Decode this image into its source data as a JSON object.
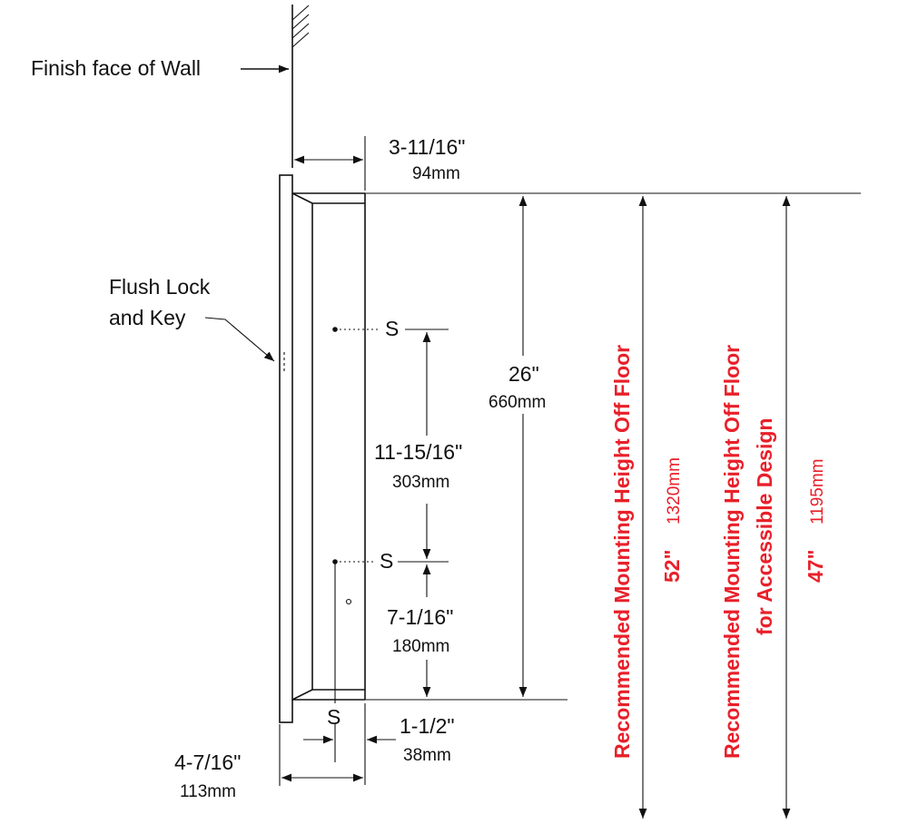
{
  "labels": {
    "finish_wall": "Finish face of Wall",
    "flush_lock_1": "Flush Lock",
    "flush_lock_2": "and Key",
    "depth_in": "3-11/16\"",
    "depth_mm": "94mm",
    "height_in": "26\"",
    "height_mm": "660mm",
    "screw_spacing_in": "11-15/16\"",
    "screw_spacing_mm": "303mm",
    "lower_in": "7-1/16\"",
    "lower_mm": "180mm",
    "bottom_in": "1-1/2\"",
    "bottom_mm": "38mm",
    "overall_in": "4-7/16\"",
    "overall_mm": "113mm",
    "screw_marker": "S"
  },
  "mounting": {
    "standard": {
      "text": "Recommended Mounting Height Off Floor",
      "value_in": "52\"",
      "value_mm": "1320mm"
    },
    "accessible": {
      "line1": "Recommended Mounting Height Off Floor",
      "line2": "for Accessible Design",
      "value_in": "47\"",
      "value_mm": "1195mm"
    }
  },
  "colors": {
    "lines": "#111111",
    "accent": "#e8202a"
  }
}
